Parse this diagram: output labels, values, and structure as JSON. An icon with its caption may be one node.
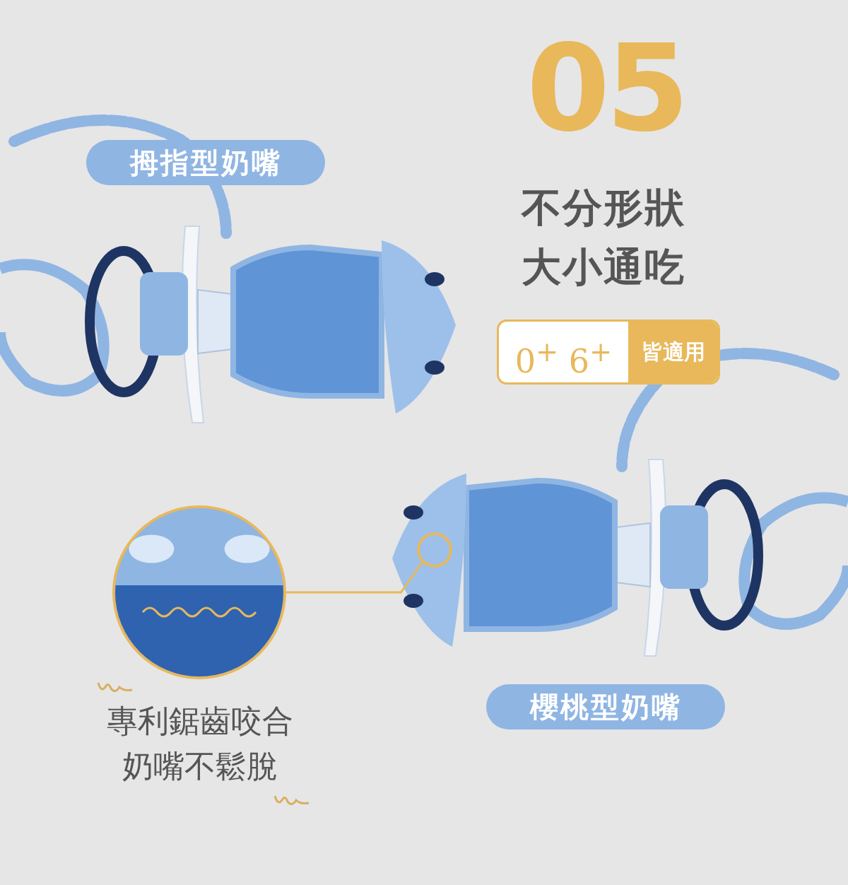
{
  "diagram": {
    "nodes": [
      {
        "text": [
          "拇指型奶嘴"
        ]
      },
      {
        "text": [
          "0$^{+}$ 6$^{+}$",
          "皆適用"
        ]
      },
      {
        "text": [
          "櫻桃型奶嘴"
        ]
      },
      {
        "text": [],
        "shape": "circle"
      },
      {
        "text": [],
        "shape": "circle"
      }
    ],
    "edges": [
      {
        "from": 3,
        "to": 4,
        "arrow": "none"
      }
    ],
    "labels": [
      "05",
      "不分形狀大小通吃",
      "專利鋸齒咬合奶嘴不鬆脫"
    ]
  }
}
